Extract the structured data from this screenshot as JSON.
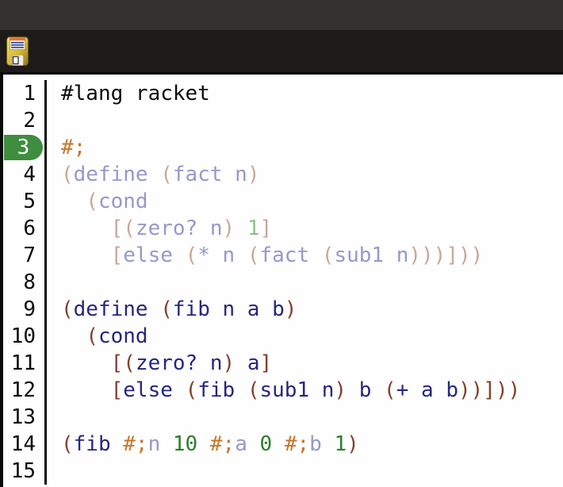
{
  "colors": {
    "titlebar": "#333130",
    "toolbar": "#1d1b1a",
    "divider": "#060606",
    "editor_bg": "#fefefe",
    "gutter_border": "#0a0a0a",
    "line_number": "#0a0a0a",
    "badge_bg": "#3f8d3f",
    "badge_text": "#ffffff",
    "plain": "#0d0d0d",
    "sym": "#26267f",
    "paren": "#83402c",
    "num": "#2c7e2c",
    "rc": "#c4772b",
    "sym_f": "#9798cb",
    "paren_f": "#c8a79b",
    "num_f": "#90bf90"
  },
  "toolbar": {
    "save_icon": "floppy-disk-save-icon"
  },
  "editor": {
    "language": "racket",
    "highlighted_line": 3,
    "lines": [
      {
        "n": 1,
        "tokens": [
          {
            "t": "#lang racket",
            "c": "plain"
          }
        ]
      },
      {
        "n": 2,
        "tokens": []
      },
      {
        "n": 3,
        "highlight": true,
        "tokens": [
          {
            "t": "#;",
            "c": "rc"
          }
        ]
      },
      {
        "n": 4,
        "tokens": [
          {
            "t": "(",
            "c": "paren_f"
          },
          {
            "t": "define ",
            "c": "sym_f"
          },
          {
            "t": "(",
            "c": "paren_f"
          },
          {
            "t": "fact n",
            "c": "sym_f"
          },
          {
            "t": ")",
            "c": "paren_f"
          }
        ]
      },
      {
        "n": 5,
        "tokens": [
          {
            "t": "  ",
            "c": "plain"
          },
          {
            "t": "(",
            "c": "paren_f"
          },
          {
            "t": "cond",
            "c": "sym_f"
          }
        ]
      },
      {
        "n": 6,
        "tokens": [
          {
            "t": "    ",
            "c": "plain"
          },
          {
            "t": "[(",
            "c": "paren_f"
          },
          {
            "t": "zero? n",
            "c": "sym_f"
          },
          {
            "t": ") ",
            "c": "paren_f"
          },
          {
            "t": "1",
            "c": "num_f"
          },
          {
            "t": "]",
            "c": "paren_f"
          }
        ]
      },
      {
        "n": 7,
        "tokens": [
          {
            "t": "    ",
            "c": "plain"
          },
          {
            "t": "[",
            "c": "paren_f"
          },
          {
            "t": "else ",
            "c": "sym_f"
          },
          {
            "t": "(",
            "c": "paren_f"
          },
          {
            "t": "* n ",
            "c": "sym_f"
          },
          {
            "t": "(",
            "c": "paren_f"
          },
          {
            "t": "fact ",
            "c": "sym_f"
          },
          {
            "t": "(",
            "c": "paren_f"
          },
          {
            "t": "sub1 n",
            "c": "sym_f"
          },
          {
            "t": ")))]))",
            "c": "paren_f"
          }
        ]
      },
      {
        "n": 8,
        "tokens": []
      },
      {
        "n": 9,
        "tokens": [
          {
            "t": "(",
            "c": "paren"
          },
          {
            "t": "define ",
            "c": "sym"
          },
          {
            "t": "(",
            "c": "paren"
          },
          {
            "t": "fib n a b",
            "c": "sym"
          },
          {
            "t": ")",
            "c": "paren"
          }
        ]
      },
      {
        "n": 10,
        "tokens": [
          {
            "t": "  ",
            "c": "plain"
          },
          {
            "t": "(",
            "c": "paren"
          },
          {
            "t": "cond",
            "c": "sym"
          }
        ]
      },
      {
        "n": 11,
        "tokens": [
          {
            "t": "    ",
            "c": "plain"
          },
          {
            "t": "[(",
            "c": "paren"
          },
          {
            "t": "zero? n",
            "c": "sym"
          },
          {
            "t": ") ",
            "c": "paren"
          },
          {
            "t": "a",
            "c": "sym"
          },
          {
            "t": "]",
            "c": "paren"
          }
        ]
      },
      {
        "n": 12,
        "tokens": [
          {
            "t": "    ",
            "c": "plain"
          },
          {
            "t": "[",
            "c": "paren"
          },
          {
            "t": "else ",
            "c": "sym"
          },
          {
            "t": "(",
            "c": "paren"
          },
          {
            "t": "fib ",
            "c": "sym"
          },
          {
            "t": "(",
            "c": "paren"
          },
          {
            "t": "sub1 n",
            "c": "sym"
          },
          {
            "t": ") ",
            "c": "paren"
          },
          {
            "t": "b ",
            "c": "sym"
          },
          {
            "t": "(",
            "c": "paren"
          },
          {
            "t": "+ a b",
            "c": "sym"
          },
          {
            "t": "))]))",
            "c": "paren"
          }
        ]
      },
      {
        "n": 13,
        "tokens": []
      },
      {
        "n": 14,
        "tokens": [
          {
            "t": "(",
            "c": "paren"
          },
          {
            "t": "fib ",
            "c": "sym"
          },
          {
            "t": "#;",
            "c": "rc"
          },
          {
            "t": "n",
            "c": "sym_f"
          },
          {
            "t": " ",
            "c": "plain"
          },
          {
            "t": "10",
            "c": "num"
          },
          {
            "t": " ",
            "c": "plain"
          },
          {
            "t": "#;",
            "c": "rc"
          },
          {
            "t": "a",
            "c": "sym_f"
          },
          {
            "t": " ",
            "c": "plain"
          },
          {
            "t": "0",
            "c": "num"
          },
          {
            "t": " ",
            "c": "plain"
          },
          {
            "t": "#;",
            "c": "rc"
          },
          {
            "t": "b",
            "c": "sym_f"
          },
          {
            "t": " ",
            "c": "plain"
          },
          {
            "t": "1",
            "c": "num"
          },
          {
            "t": ")",
            "c": "paren"
          }
        ]
      },
      {
        "n": 15,
        "tokens": []
      }
    ]
  }
}
